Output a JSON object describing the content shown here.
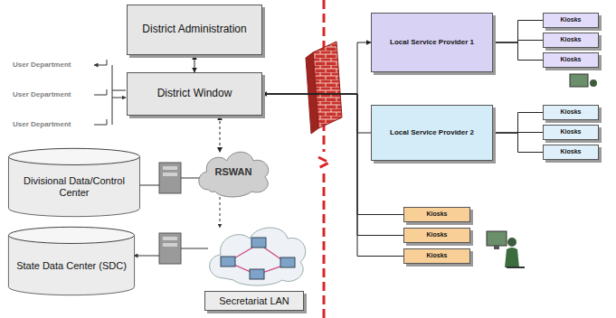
{
  "diagram": {
    "nodes": [
      {
        "text": [
          "District Administration"
        ]
      },
      {
        "text": [
          "District Window"
        ]
      },
      {
        "text": [
          "Divisional Data/Control Center"
        ]
      },
      {
        "text": [
          "RSWAN"
        ]
      },
      {
        "text": [
          "State Data Center (SDC)"
        ]
      },
      {
        "text": [
          "Secretariat LAN"
        ]
      },
      {
        "text": [
          "Local Service Provider 1"
        ]
      },
      {
        "text": [
          "Kiosks"
        ]
      },
      {
        "text": [
          "Kiosks"
        ]
      },
      {
        "text": [
          "Kiosks"
        ]
      },
      {
        "text": [
          "Local Service Provider 2"
        ]
      },
      {
        "text": [
          "Kiosks"
        ]
      },
      {
        "text": [
          "Kiosks"
        ]
      },
      {
        "text": [
          "Kiosks"
        ]
      },
      {
        "text": [
          "Kiosks"
        ]
      },
      {
        "text": [
          "Kiosks"
        ]
      },
      {
        "text": [
          "Kiosks"
        ]
      }
    ],
    "edges": [
      {
        "from": 0,
        "to": 1,
        "arrow": "both"
      },
      {
        "from": 1,
        "to": 3,
        "arrow": "both"
      },
      {
        "from": 1,
        "to": 6,
        "arrow": "both"
      },
      {
        "from": 1,
        "to": 10,
        "arrow": "none"
      },
      {
        "from": 1,
        "to": 14,
        "arrow": "none"
      },
      {
        "from": 1,
        "to": 15,
        "arrow": "none"
      },
      {
        "from": 1,
        "to": 16,
        "arrow": "none"
      },
      {
        "from": 6,
        "to": 7,
        "arrow": "none"
      },
      {
        "from": 6,
        "to": 8,
        "arrow": "none"
      },
      {
        "from": 6,
        "to": 9,
        "arrow": "none"
      },
      {
        "from": 10,
        "to": 11,
        "arrow": "none"
      },
      {
        "from": 10,
        "to": 12,
        "arrow": "none"
      },
      {
        "from": 10,
        "to": 13,
        "arrow": "none"
      }
    ],
    "labels": [
      "User Department",
      "User Department",
      "User Department"
    ]
  }
}
